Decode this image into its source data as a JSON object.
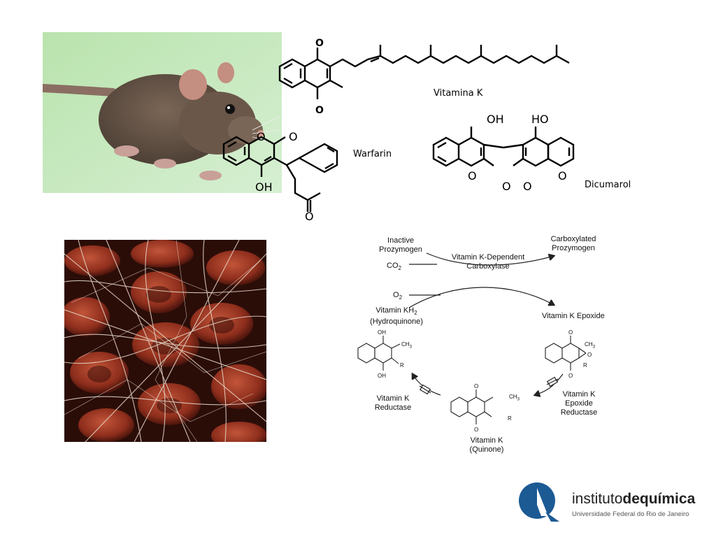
{
  "structures": {
    "vitamin_k": "Vitamina K",
    "warfarin": "Warfarin",
    "dicumarol": "Dicumarol",
    "atom_oh": "OH",
    "atom_ho": "HO",
    "atom_o": "O"
  },
  "cycle": {
    "inactive": "Inactive",
    "prozymogen": "Prozymogen",
    "co2": "CO",
    "o2": "O",
    "sub2": "2",
    "carboxylated": "Carboxylated",
    "prozymogen2": "Prozymogen",
    "carboxylase1": "Vitamin K-Dependent",
    "carboxylase2": "Carboxylase",
    "kh2_1": "Vitamin KH",
    "kh2_2": "(Hydroquinone)",
    "epoxide": "Vitamin K Epoxide",
    "reductase1": "Vitamin K",
    "reductase2": "Reductase",
    "epred1": "Vitamin K",
    "epred2": "Epoxide",
    "epred3": "Reductase",
    "quinone1": "Vitamin K",
    "quinone2": "(Quinone)",
    "ch3": "CH",
    "sub3": "3",
    "r": "R",
    "o": "O",
    "oh": "OH"
  },
  "logo": {
    "name_light": "instituto",
    "name_bold": "de",
    "name_bold2": "química",
    "subtitle": "Universidade Federal do Rio de Janeiro"
  },
  "colors": {
    "logo_blue": "#1c5a94",
    "rat_bg": "#c3e6b9"
  }
}
